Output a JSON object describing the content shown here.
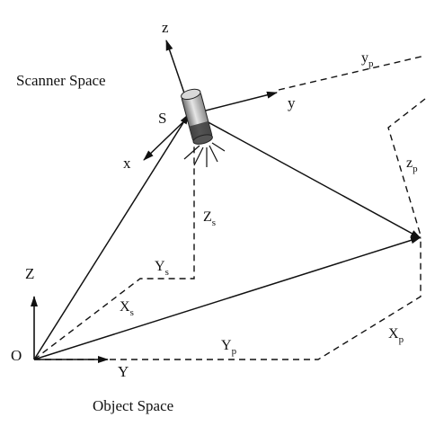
{
  "regions": {
    "scanner_space": "Scanner Space",
    "object_space": "Object Space"
  },
  "points": {
    "scanner": "S",
    "origin": "O"
  },
  "object_axes": {
    "z": "Z",
    "y": "Y"
  },
  "scanner_axes": {
    "z": "z",
    "y": "y",
    "x": "x"
  },
  "scanner_coords": {
    "Xs": {
      "base": "X",
      "sub": "s"
    },
    "Ys": {
      "base": "Y",
      "sub": "s"
    },
    "Zs": {
      "base": "Z",
      "sub": "s"
    }
  },
  "point_coords": {
    "Xp": {
      "base": "X",
      "sub": "p"
    },
    "Yp": {
      "base": "Y",
      "sub": "p"
    },
    "yp": {
      "base": "y",
      "sub": "p"
    },
    "zp": {
      "base": "z",
      "sub": "p"
    }
  }
}
